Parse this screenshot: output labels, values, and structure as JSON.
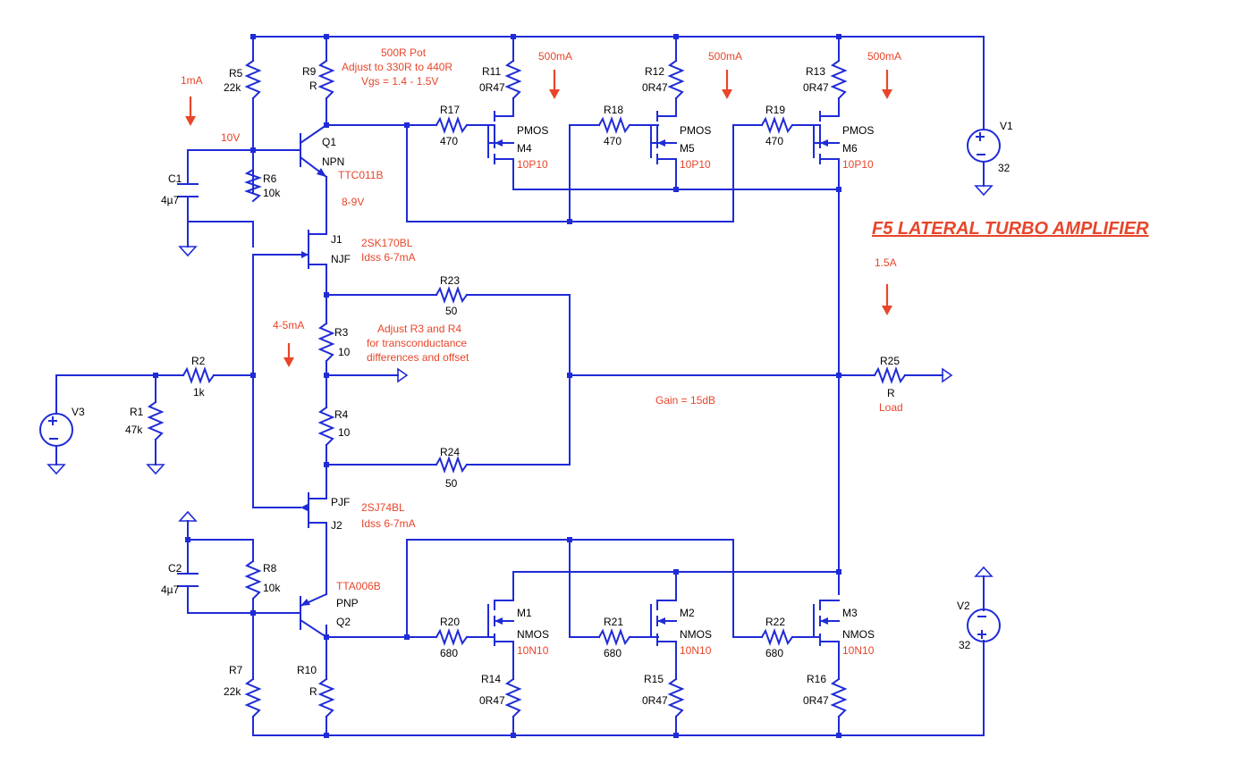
{
  "title": "F5 LATERAL TURBO AMPLIFIER",
  "components": {
    "R5": {
      "ref": "R5",
      "value": "22k"
    },
    "R9": {
      "ref": "R9",
      "value": "R"
    },
    "R11": {
      "ref": "R11",
      "value": "0R47"
    },
    "R12": {
      "ref": "R12",
      "value": "0R47"
    },
    "R13": {
      "ref": "R13",
      "value": "0R47"
    },
    "R17": {
      "ref": "R17",
      "value": "470"
    },
    "R18": {
      "ref": "R18",
      "value": "470"
    },
    "R19": {
      "ref": "R19",
      "value": "470"
    },
    "R6": {
      "ref": "R6",
      "value": "10k"
    },
    "C1": {
      "ref": "C1",
      "value": "4µ7"
    },
    "Q1": {
      "ref": "Q1",
      "type": "NPN"
    },
    "M4": {
      "ref": "M4",
      "type": "PMOS",
      "part": "10P10"
    },
    "M5": {
      "ref": "M5",
      "type": "PMOS",
      "part": "10P10"
    },
    "M6": {
      "ref": "M6",
      "type": "PMOS",
      "part": "10P10"
    },
    "V1": {
      "ref": "V1",
      "value": "32"
    },
    "J1": {
      "ref": "J1",
      "type": "NJF"
    },
    "R23": {
      "ref": "R23",
      "value": "50"
    },
    "R3": {
      "ref": "R3",
      "value": "10"
    },
    "R4": {
      "ref": "R4",
      "value": "10"
    },
    "R24": {
      "ref": "R24",
      "value": "50"
    },
    "R2": {
      "ref": "R2",
      "value": "1k"
    },
    "R1": {
      "ref": "R1",
      "value": "47k"
    },
    "V3": {
      "ref": "V3"
    },
    "R25": {
      "ref": "R25",
      "value": "R"
    },
    "J2": {
      "ref": "J2",
      "type": "PJF"
    },
    "C2": {
      "ref": "C2",
      "value": "4µ7"
    },
    "R8": {
      "ref": "R8",
      "value": "10k"
    },
    "Q2": {
      "ref": "Q2",
      "type": "PNP"
    },
    "R7": {
      "ref": "R7",
      "value": "22k"
    },
    "R10": {
      "ref": "R10",
      "value": "R"
    },
    "R20": {
      "ref": "R20",
      "value": "680"
    },
    "R21": {
      "ref": "R21",
      "value": "680"
    },
    "R22": {
      "ref": "R22",
      "value": "680"
    },
    "M1": {
      "ref": "M1",
      "type": "NMOS",
      "part": "10N10"
    },
    "M2": {
      "ref": "M2",
      "type": "NMOS",
      "part": "10N10"
    },
    "M3": {
      "ref": "M3",
      "type": "NMOS",
      "part": "10N10"
    },
    "R14": {
      "ref": "R14",
      "value": "0R47"
    },
    "R15": {
      "ref": "R15",
      "value": "0R47"
    },
    "R16": {
      "ref": "R16",
      "value": "0R47"
    },
    "V2": {
      "ref": "V2",
      "value": "32"
    }
  },
  "notes": {
    "pot_1": "500R Pot",
    "pot_2": "Adjust to 330R to 440R",
    "pot_3": "Vgs = 1.4 - 1.5V",
    "i_1ma": "1mA",
    "v_10v": "10V",
    "q1_part": "TTC011B",
    "v_89": "8-9V",
    "j1_part": "2SK170BL",
    "j1_idss": "Idss 6-7mA",
    "i_45ma": "4-5mA",
    "adj_1": "Adjust R3 and R4",
    "adj_2": "for transconductance",
    "adj_3": "differences and offset",
    "gain": "Gain = 15dB",
    "i_15a": "1.5A",
    "load": "Load",
    "j2_part": "2SJ74BL",
    "j2_idss": "Idss 6-7mA",
    "q2_part": "TTA006B",
    "i_500_1": "500mA",
    "i_500_2": "500mA",
    "i_500_3": "500mA"
  }
}
